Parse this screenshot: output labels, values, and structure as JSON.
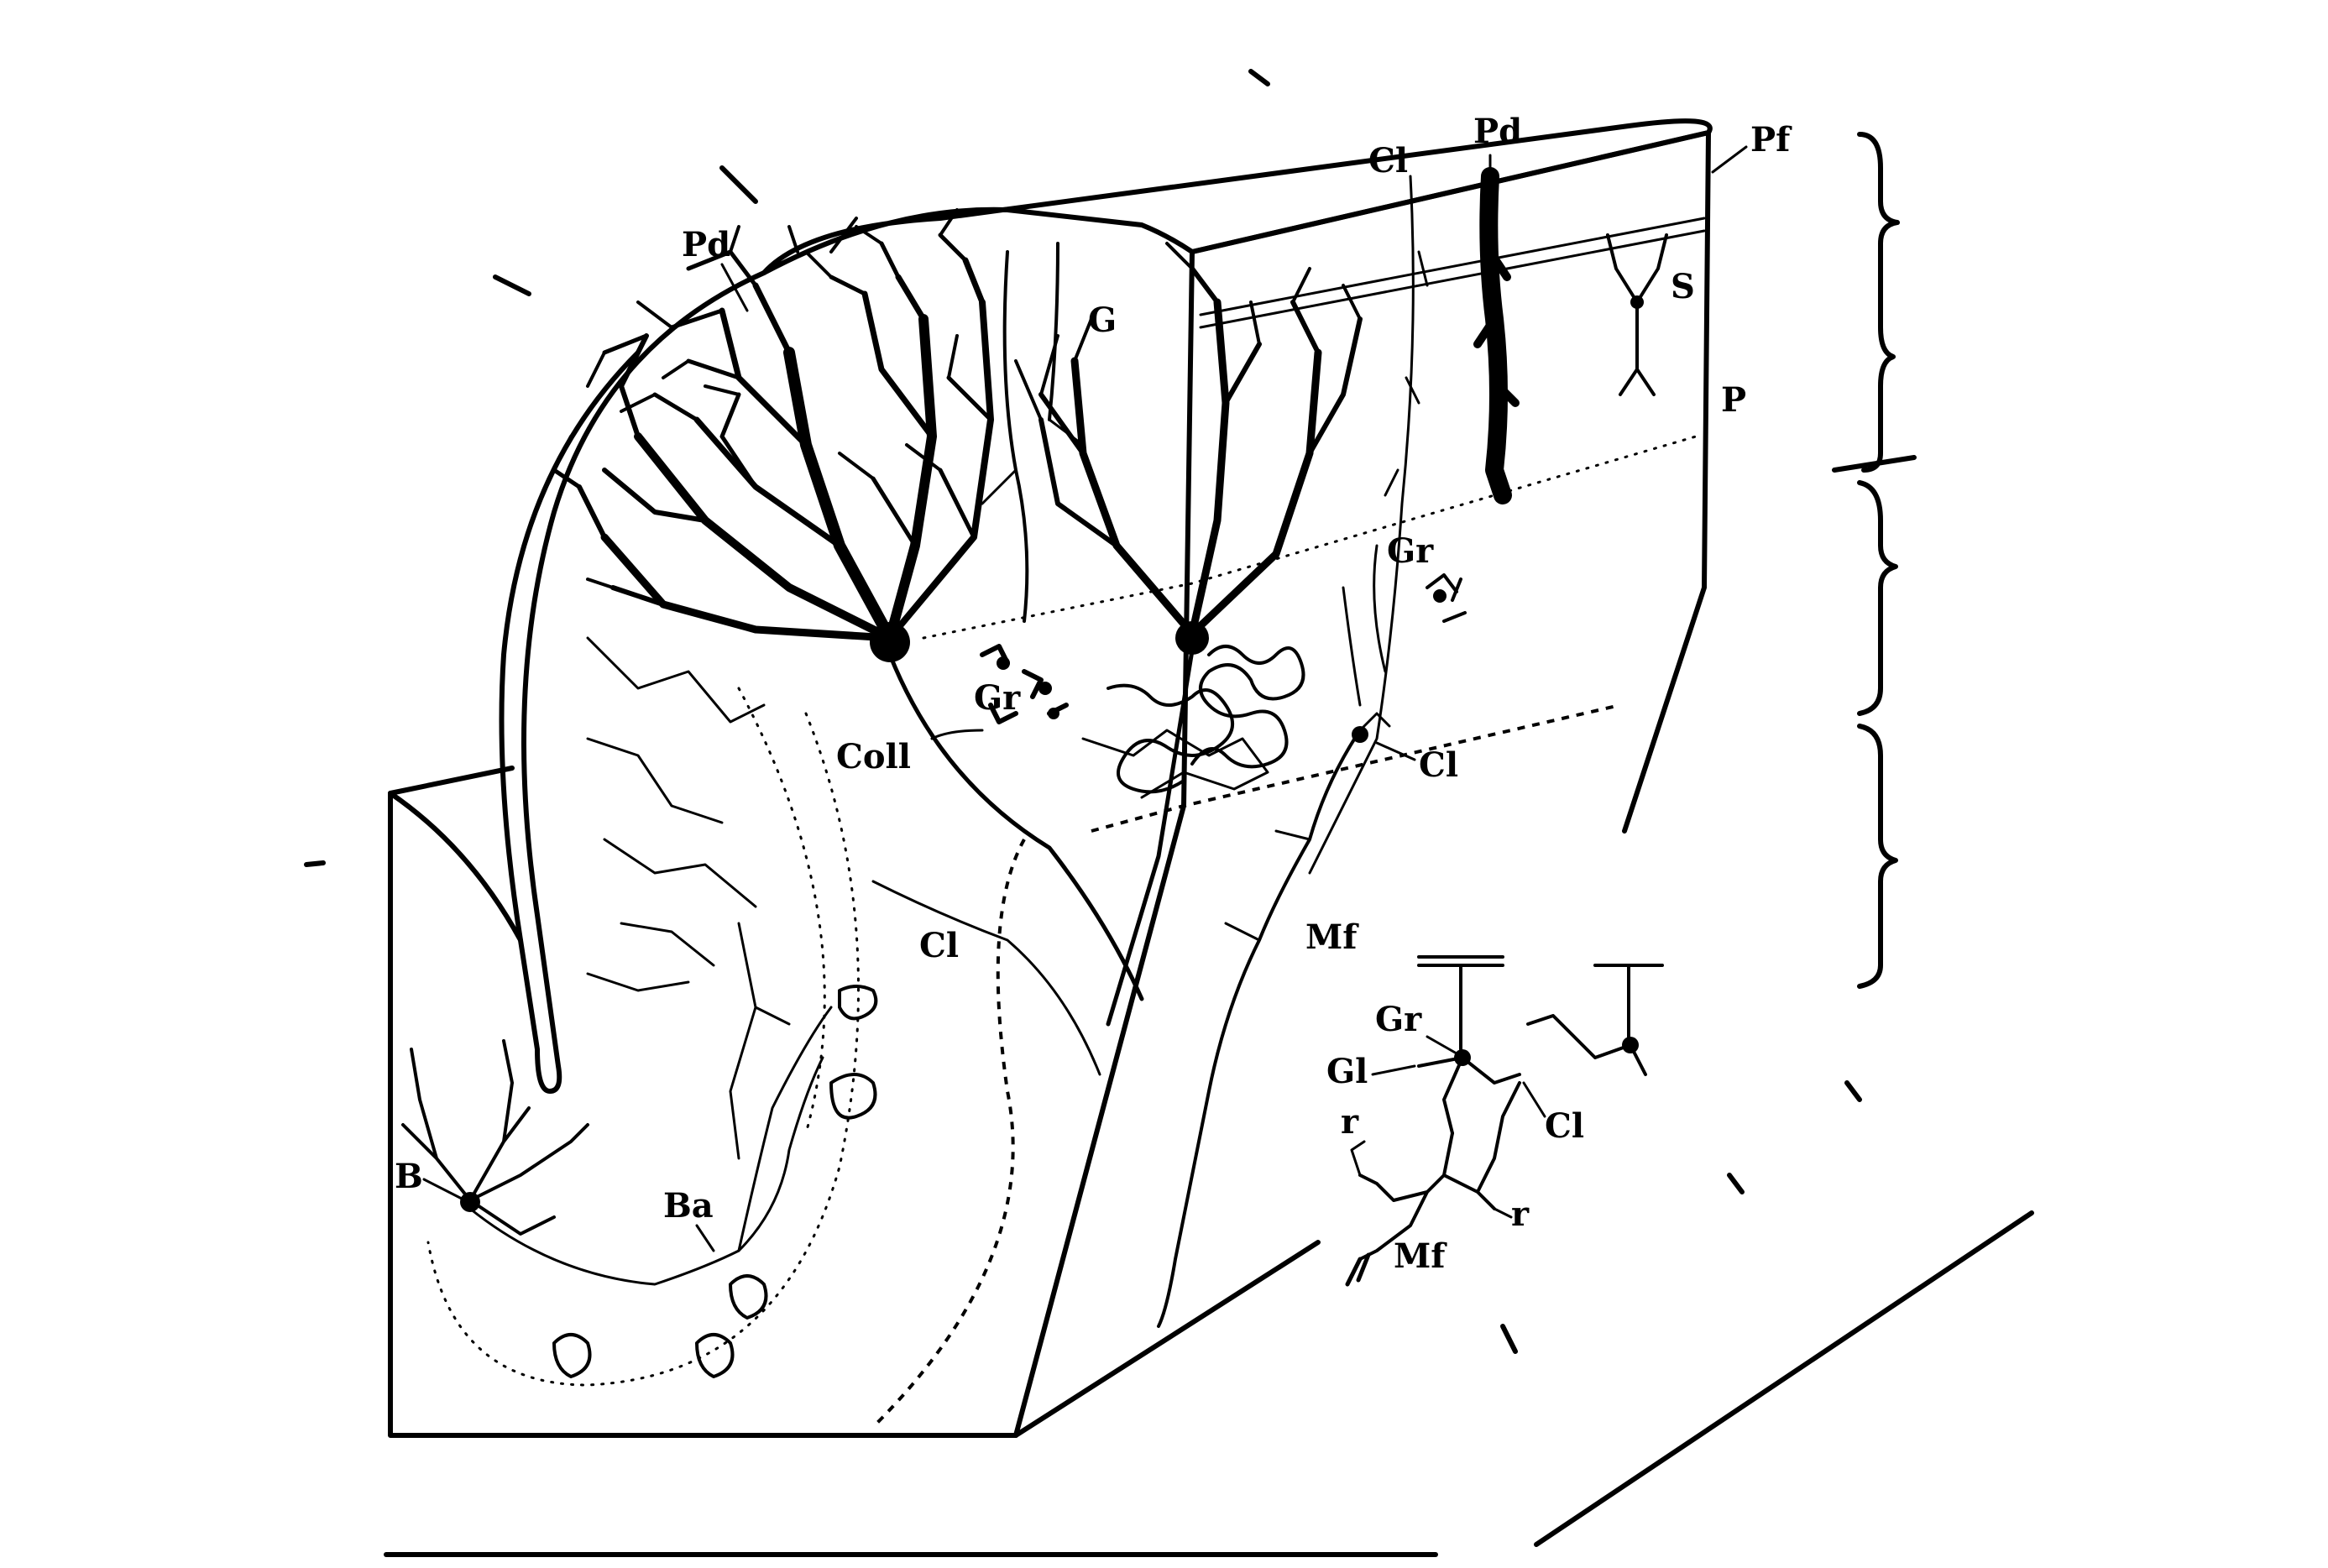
{
  "figure": {
    "labels": {
      "pd_left": "Pd",
      "pd_right": "Pd",
      "cl_top": "Cl",
      "pf": "Pf",
      "s": "S",
      "p": "P",
      "g": "G",
      "gr_right": "Gr",
      "gr_center": "Gr",
      "coll": "Coll",
      "cl_mid": "Cl",
      "cl_left": "Cl",
      "mf_main": "Mf",
      "b": "B",
      "ba": "Ba",
      "gr_inset": "Gr",
      "gl_inset": "Gl",
      "cl_inset": "Cl",
      "r_inset_left": "r",
      "r_inset_right": "r",
      "mf_inset": "Mf"
    }
  }
}
